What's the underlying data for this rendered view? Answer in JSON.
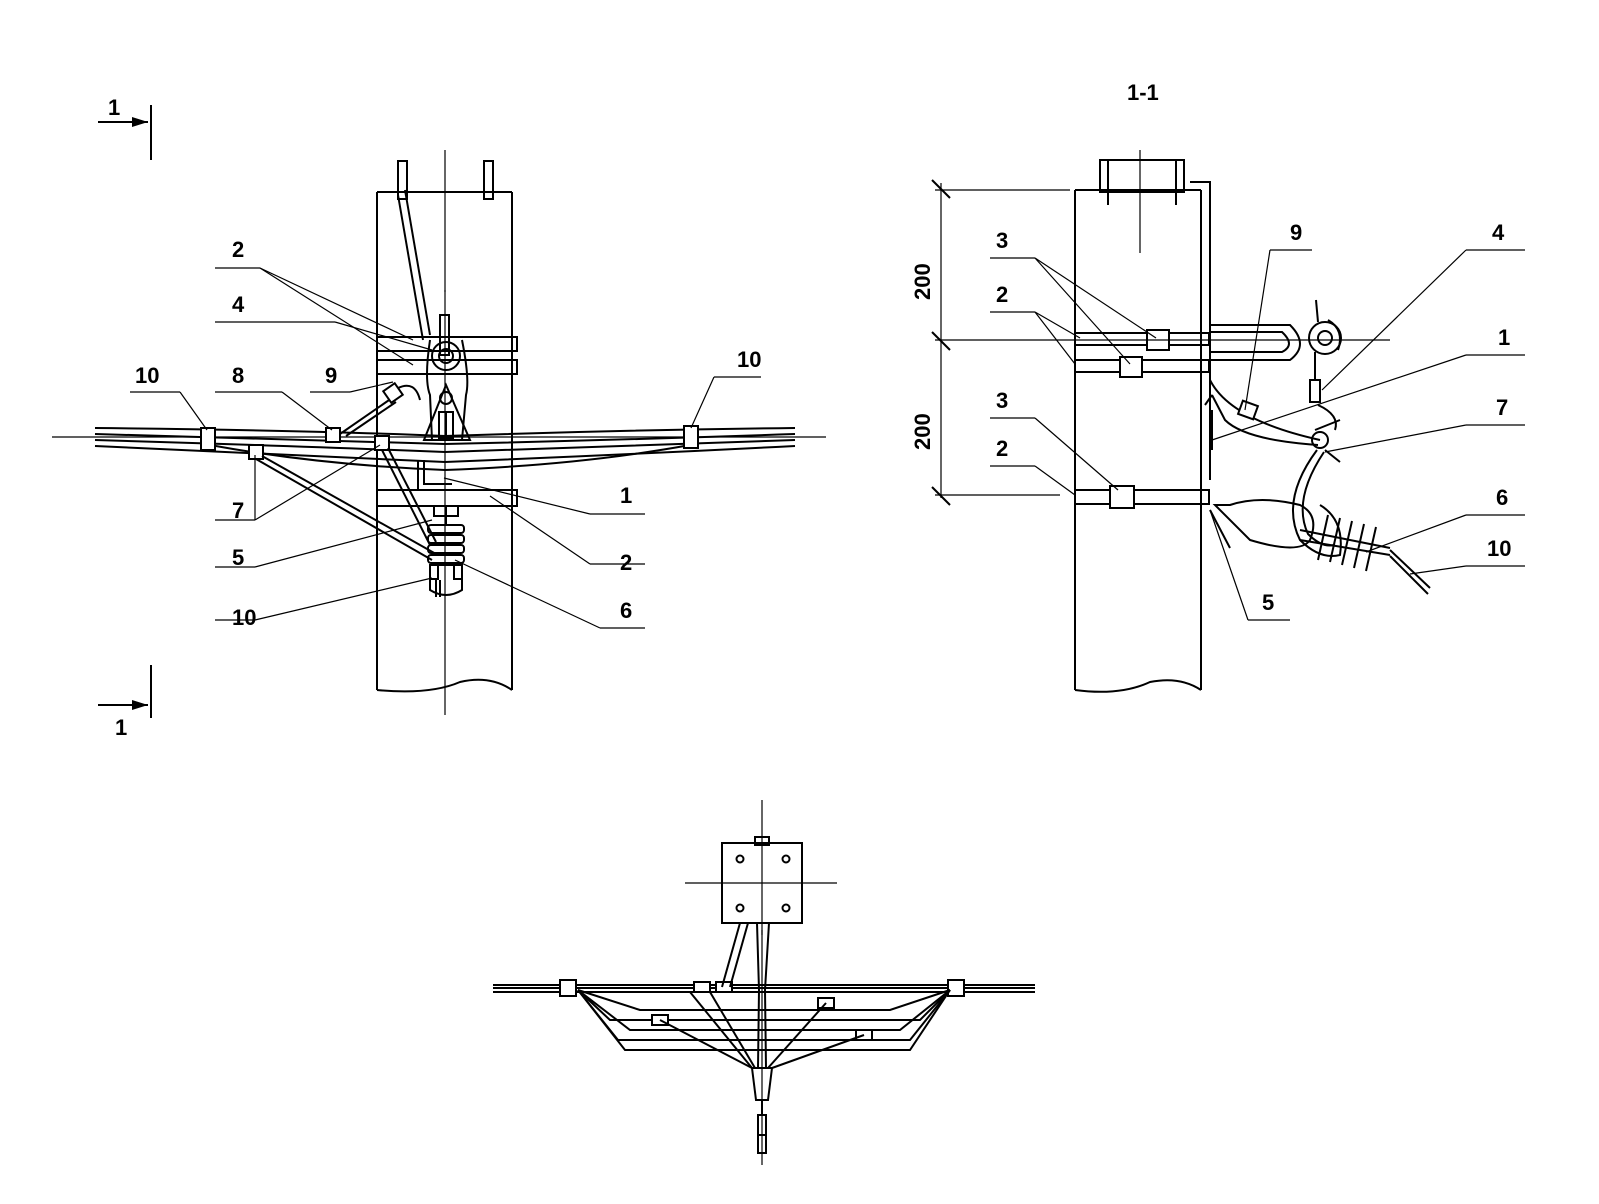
{
  "front_view": {
    "section_mark": "1",
    "labels": {
      "l2a": "2",
      "l4": "4",
      "l10a": "10",
      "l8": "8",
      "l9": "9",
      "l10b": "10",
      "l1": "1",
      "l7": "7",
      "l5": "5",
      "l2b": "2",
      "l10c": "10",
      "l6": "6"
    }
  },
  "side_view": {
    "title": "1-1",
    "dim_upper": "200",
    "dim_lower": "200",
    "labels": {
      "l3a": "3",
      "l9": "9",
      "l4": "4",
      "l2a": "2",
      "l1": "1",
      "l7": "7",
      "l3b": "3",
      "l2b": "2",
      "l6": "6",
      "l10": "10",
      "l5": "5"
    }
  }
}
